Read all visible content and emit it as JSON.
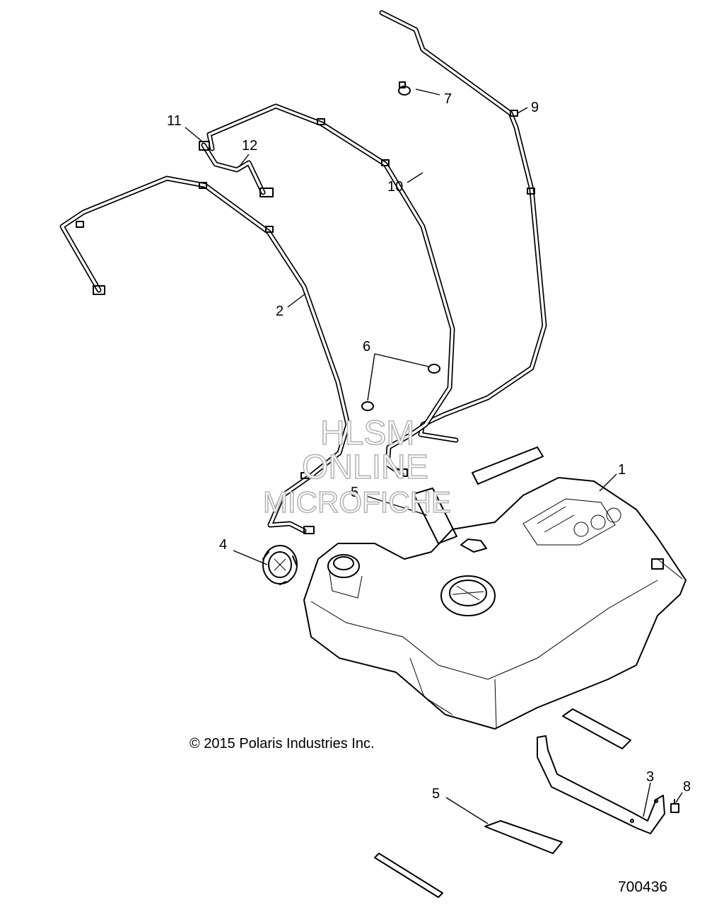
{
  "callouts": [
    {
      "id": "c1",
      "text": "1"
    },
    {
      "id": "c2",
      "text": "2"
    },
    {
      "id": "c3",
      "text": "3"
    },
    {
      "id": "c4",
      "text": "4"
    },
    {
      "id": "c5a",
      "text": "5"
    },
    {
      "id": "c5b",
      "text": "5"
    },
    {
      "id": "c6",
      "text": "6"
    },
    {
      "id": "c7",
      "text": "7"
    },
    {
      "id": "c8",
      "text": "8"
    },
    {
      "id": "c9",
      "text": "9"
    },
    {
      "id": "c10",
      "text": "10"
    },
    {
      "id": "c11",
      "text": "11"
    },
    {
      "id": "c12",
      "text": "12"
    }
  ],
  "watermark": [
    "HLSM",
    "ONLINE",
    "MICROFICHE"
  ],
  "copyright": "© 2015 Polaris Industries Inc.",
  "document_number": "700436"
}
